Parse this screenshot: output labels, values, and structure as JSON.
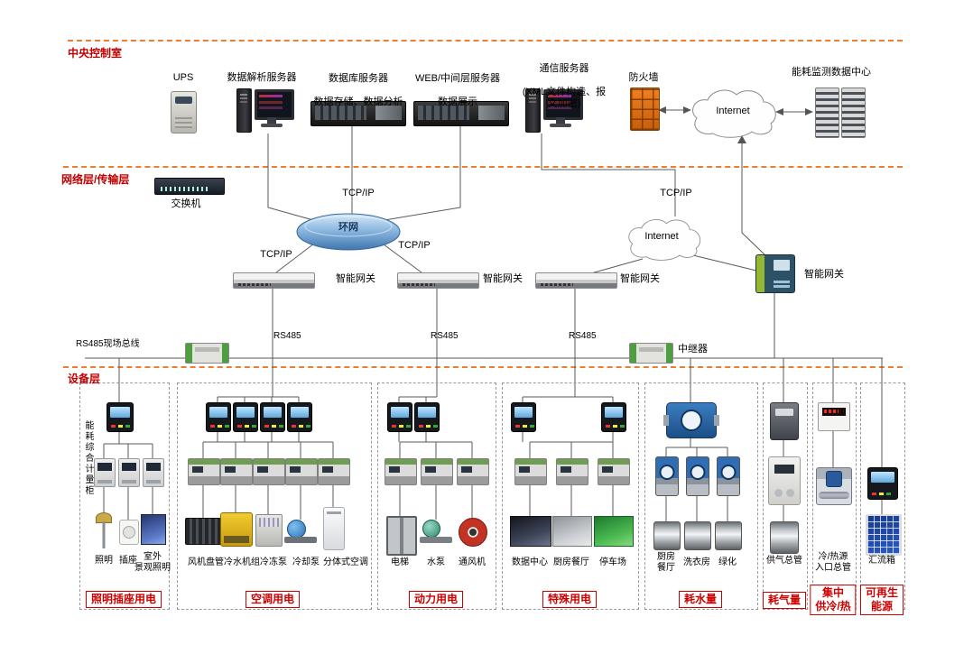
{
  "layers": {
    "control_room": "中央控制室",
    "network": "网络层/传输层",
    "device": "设备层"
  },
  "top": {
    "ups": "UPS",
    "parse_server": "数据解析服务器",
    "db_server": "数据库服务器",
    "db_server_sub": "数据存储、数据分析",
    "web_server": "WEB/中间层服务器",
    "web_server_sub": "数据展示",
    "comm_server": "通信服务器",
    "comm_server_sub": "(XML文件构造、报\n文加密)",
    "firewall": "防火墙",
    "internet": "Internet",
    "datacenter": "能耗监测数据中心"
  },
  "network": {
    "switch": "交换机",
    "ring": "环网",
    "internet": "Internet",
    "tcpip": "TCP/IP",
    "gateway": "智能网关"
  },
  "bus": {
    "label": "RS485现场总线",
    "rs485": "RS485",
    "repeater": "中继器"
  },
  "boxes": [
    {
      "tag": "照明插座用电",
      "side": "能耗综合计量柜",
      "items": [
        "照明",
        "插座",
        "室外\n景观照明"
      ]
    },
    {
      "tag": "空调用电",
      "items": [
        "风机盘管",
        "冷水机组冷冻泵",
        "冷却泵",
        "分体式空调"
      ]
    },
    {
      "tag": "动力用电",
      "items": [
        "电梯",
        "水泵",
        "通风机"
      ]
    },
    {
      "tag": "特殊用电",
      "items": [
        "数据中心",
        "厨房餐厅",
        "停车场"
      ]
    },
    {
      "tag": "耗水量",
      "items": [
        "厨房\n餐厅",
        "洗衣房",
        "绿化"
      ]
    },
    {
      "tag": "耗气量",
      "items": [
        "供气总管"
      ]
    },
    {
      "tag": "集中\n供冷/热",
      "items": [
        "冷/热源\n入口总管"
      ]
    },
    {
      "tag": "可再生\n能源",
      "items": [
        "汇流箱"
      ]
    }
  ]
}
